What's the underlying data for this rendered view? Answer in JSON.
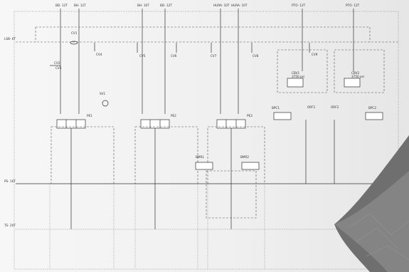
{
  "ports_top": [
    "BD- 12T",
    "BH- 12T",
    "BH- 10T",
    "BD- 12T",
    "HURA- 10T",
    "HURA- 10T",
    "PTO- 12T",
    "PTO- 12T"
  ],
  "rails": {
    "ls": "LSB- 6T",
    "ps": "PS- 16T",
    "ts": "TS- 20T"
  },
  "components": {
    "cv1": "CV1",
    "cv2": "CV2",
    "cv3": "CV3",
    "cv4": "CV4",
    "cv5": "CV5",
    "cv6": "CV6",
    "cv7": "CV7",
    "cv8": "CV8",
    "cv9": "CV9",
    "sv1": "SV1",
    "pe1": "PE1",
    "pe2": "PE2",
    "pe3": "PE3",
    "bmr1": "BMR1",
    "bmr2": "BMR2",
    "cbv1": "CBV1",
    "cbv2": "CBV2",
    "cbv_sub": "3750 psi",
    "bpc1": "BPC1",
    "bpc2": "BPC2",
    "orifice1": "ORF1",
    "orifice2": "ORF2"
  },
  "colors": {
    "line": "#333333",
    "bg": "#f2f2f2",
    "accent_shape": "#555555"
  }
}
